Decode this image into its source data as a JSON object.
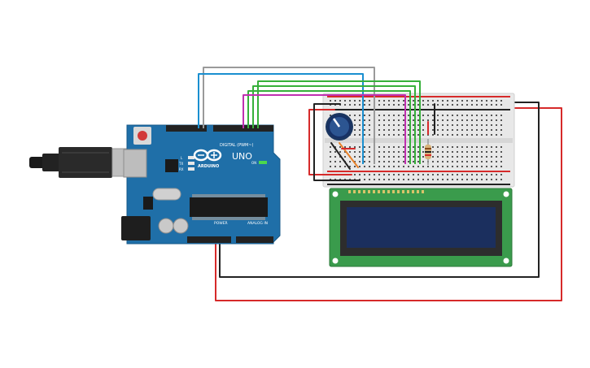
{
  "arduino": {
    "brand": "ARDUINO",
    "model": "UNO",
    "digital_label": "DIGITAL (PWM~)",
    "power_label": "POWER",
    "analog_label": "ANALOG IN",
    "tx_label": "TX",
    "rx_label": "RX",
    "on_label": "ON",
    "l_label": "L",
    "board_color": "#1f6fa8"
  },
  "breadboard": {
    "color": "#e8e8e8"
  },
  "lcd": {
    "pcb_color": "#3a9b4c",
    "screen_color": "#1b2f5e"
  },
  "wires": {
    "gray": "#9a9a9a",
    "blue": "#1a8fd0",
    "green": "#36b03a",
    "magenta": "#c02fb0",
    "black": "#222222",
    "red": "#d62a2a",
    "orange": "#e8822a"
  }
}
